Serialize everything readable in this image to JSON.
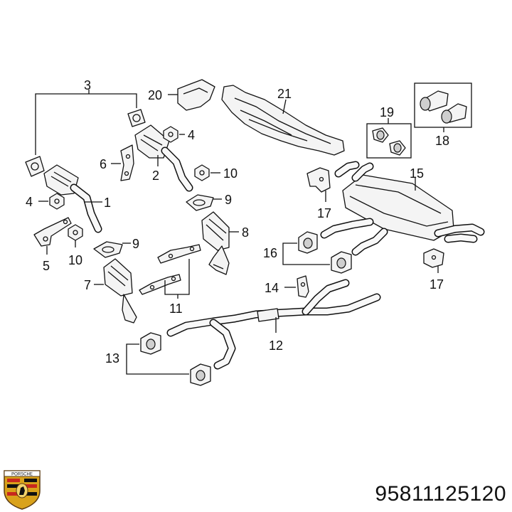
{
  "callouts": {
    "c1": "1",
    "c2": "2",
    "c3": "3",
    "c4a": "4",
    "c4b": "4",
    "c5": "5",
    "c6": "6",
    "c7": "7",
    "c8": "8",
    "c9a": "9",
    "c9b": "9",
    "c10a": "10",
    "c10b": "10",
    "c11": "11",
    "c12": "12",
    "c13": "13",
    "c14": "14",
    "c15": "15",
    "c16": "16",
    "c17a": "17",
    "c17b": "17",
    "c18": "18",
    "c19": "19",
    "c20": "20",
    "c21": "21"
  },
  "part_number": "95811125120",
  "logo": {
    "name": "porsche-crest",
    "text": "PORSCHE"
  },
  "colors": {
    "ink": "#111111",
    "logo_gold": "#d9a21b",
    "logo_red": "#c8281e"
  }
}
